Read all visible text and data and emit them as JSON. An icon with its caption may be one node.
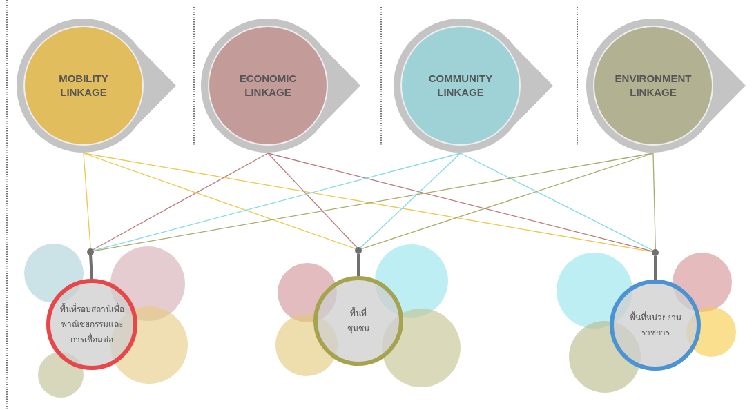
{
  "diagram": {
    "nodes": [
      {
        "text": [
          "MOBILITY LINKAGE"
        ]
      },
      {
        "text": [
          "ECONOMIC LINKAGE"
        ]
      },
      {
        "text": [
          "COMMUNITY LINKAGE"
        ]
      },
      {
        "text": [
          "ENVIRONMENT LINKAGE"
        ]
      },
      {
        "text": [],
        "shape": "circle"
      },
      {
        "text": [],
        "shape": "circle"
      },
      {
        "text": [],
        "shape": "circle"
      },
      {
        "text": [
          "พื้นที่รอบสถานีเพื่อพาณิชยกรรมและการเชื่อมต่อ"
        ]
      },
      {
        "text": [
          "พื้นที่ชุมชน"
        ]
      },
      {
        "text": [
          "พื้นที่หน่วยงานราชการ"
        ]
      }
    ],
    "edges": [
      {
        "from": 0,
        "to": 4,
        "arrow": "none",
        "color": "#ecc94b"
      },
      {
        "from": 0,
        "to": 5,
        "arrow": "none",
        "color": "#ecc94b"
      },
      {
        "from": 0,
        "to": 6,
        "arrow": "none",
        "color": "#ecc94b"
      },
      {
        "from": 1,
        "to": 4,
        "arrow": "none",
        "color": "#bb7a7a"
      },
      {
        "from": 1,
        "to": 5,
        "arrow": "none",
        "color": "#bb7a7a"
      },
      {
        "from": 1,
        "to": 6,
        "arrow": "none",
        "color": "#bb7a7a"
      },
      {
        "from": 2,
        "to": 4,
        "arrow": "none",
        "color": "#7fdbe4"
      },
      {
        "from": 2,
        "to": 5,
        "arrow": "none",
        "color": "#7fdbe4"
      },
      {
        "from": 2,
        "to": 6,
        "arrow": "none",
        "color": "#7fdbe4"
      },
      {
        "from": 3,
        "to": 4,
        "arrow": "none",
        "color": "#a9ac6c"
      },
      {
        "from": 3,
        "to": 5,
        "arrow": "none",
        "color": "#a9ac6c"
      },
      {
        "from": 3,
        "to": 6,
        "arrow": "none",
        "color": "#a9ac6c"
      },
      {
        "from": 4,
        "to": 7,
        "arrow": "none",
        "style": "thick",
        "color": "#707070"
      },
      {
        "from": 5,
        "to": 8,
        "arrow": "none",
        "style": "thick",
        "color": "#707070"
      },
      {
        "from": 6,
        "to": 9,
        "arrow": "none",
        "style": "thick",
        "color": "#707070"
      }
    ]
  }
}
